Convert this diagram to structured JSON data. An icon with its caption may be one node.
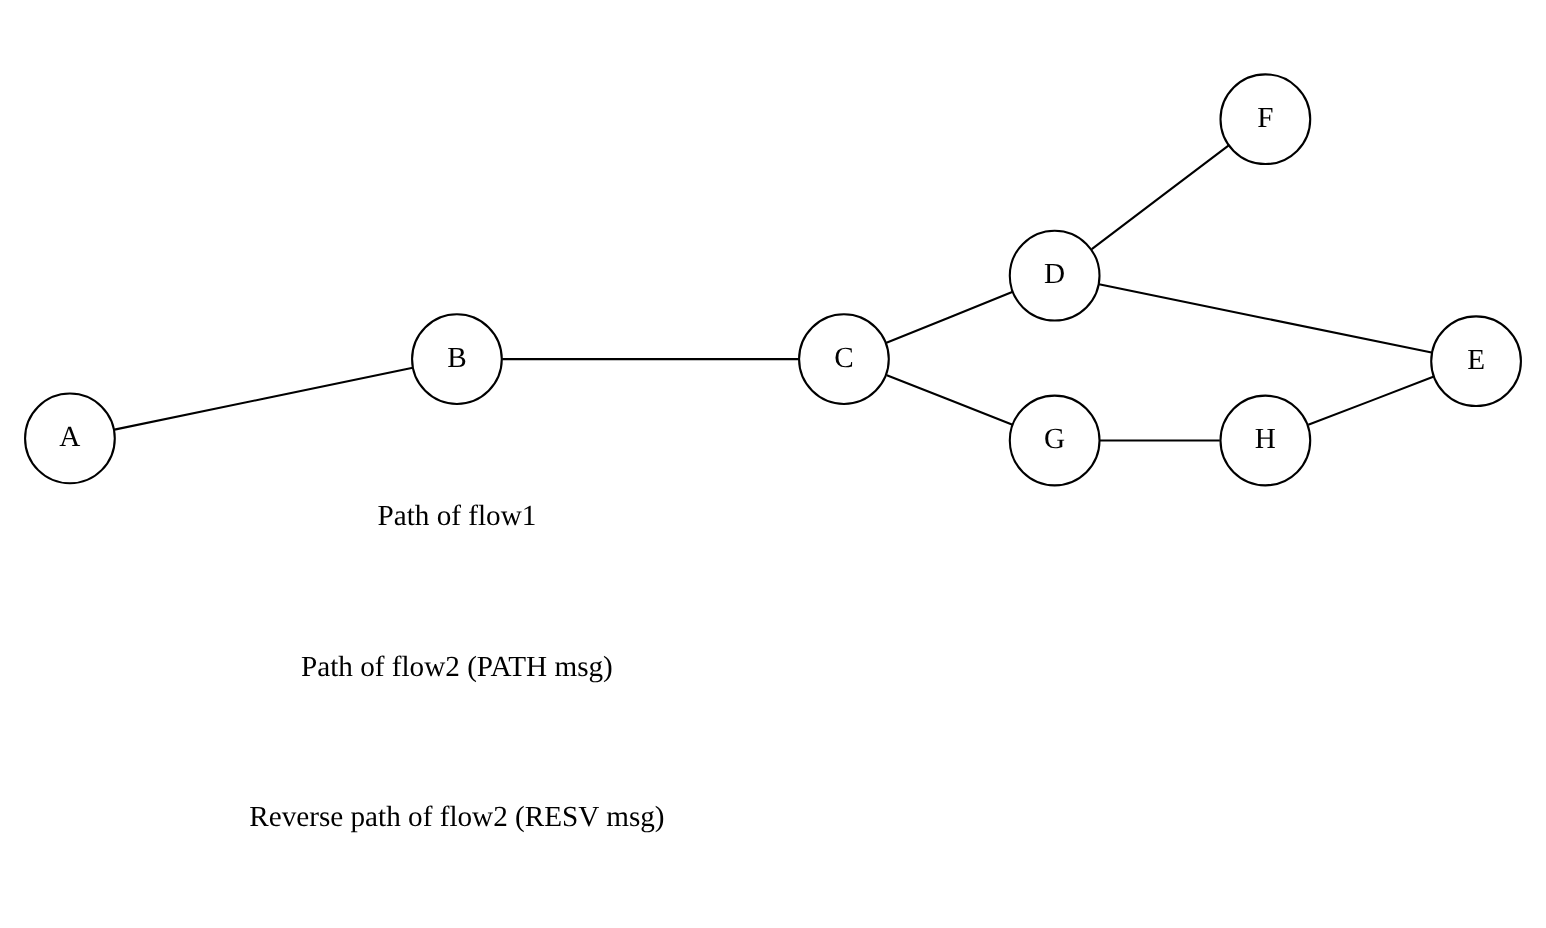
{
  "diagram": {
    "nodes": [
      {
        "text": [
          "A"
        ]
      },
      {
        "text": [
          "B"
        ]
      },
      {
        "text": [
          "C"
        ]
      },
      {
        "text": [
          "D"
        ]
      },
      {
        "text": [
          "F"
        ]
      },
      {
        "text": [
          "G"
        ]
      },
      {
        "text": [
          "H"
        ]
      },
      {
        "text": [
          "E"
        ]
      }
    ],
    "edges": [
      {
        "from": 0,
        "to": 1,
        "arrow": "none"
      },
      {
        "from": 1,
        "to": 2,
        "arrow": "none"
      },
      {
        "from": 2,
        "to": 3,
        "arrow": "none"
      },
      {
        "from": 3,
        "to": 4,
        "arrow": "none"
      },
      {
        "from": 2,
        "to": 5,
        "arrow": "none"
      },
      {
        "from": 5,
        "to": 6,
        "arrow": "none"
      },
      {
        "from": 6,
        "to": 7,
        "arrow": "none"
      },
      {
        "from": 3,
        "to": 7,
        "arrow": "none"
      }
    ],
    "legend": [
      {
        "text": "Path of flow1"
      },
      {
        "text": "Path of flow2 (PATH msg)"
      },
      {
        "text": "Reverse path of flow2 (RESV msg)"
      }
    ]
  }
}
